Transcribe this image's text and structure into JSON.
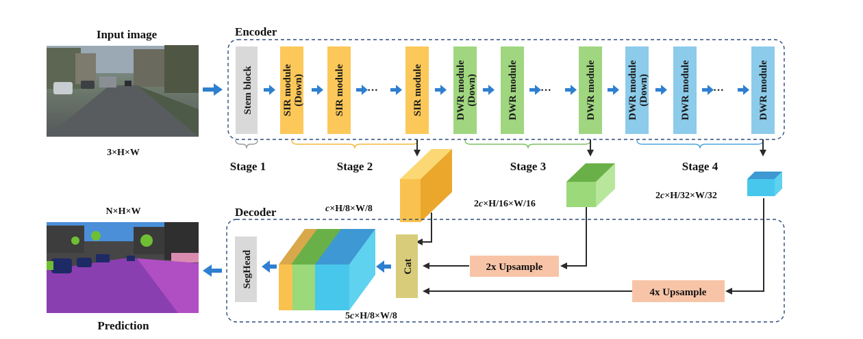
{
  "input": {
    "title": "Input image",
    "dims": "3×H×W"
  },
  "output": {
    "title": "Prediction",
    "dims": "N×H×W"
  },
  "encoder": {
    "title": "Encoder",
    "blocks": [
      {
        "label": "Stem block",
        "sub": "",
        "color": "#d9d9d9"
      },
      {
        "label": "SIR module",
        "sub": "(Down)",
        "color": "#fcc85a"
      },
      {
        "label": "SIR module",
        "sub": "",
        "color": "#fcc85a"
      },
      {
        "label": "SIR module",
        "sub": "",
        "color": "#fcc85a"
      },
      {
        "label": "DWR module",
        "sub": "(Down)",
        "color": "#9fd67f"
      },
      {
        "label": "DWR module",
        "sub": "",
        "color": "#9fd67f"
      },
      {
        "label": "DWR module",
        "sub": "",
        "color": "#9fd67f"
      },
      {
        "label": "DWR module",
        "sub": "(Down)",
        "color": "#8ccbea"
      },
      {
        "label": "DWR module",
        "sub": "",
        "color": "#8ccbea"
      },
      {
        "label": "DWR module",
        "sub": "",
        "color": "#8ccbea"
      }
    ],
    "dots": [
      "···",
      "···",
      "···"
    ],
    "stages": [
      "Stage 1",
      "Stage 2",
      "Stage 3",
      "Stage 4"
    ]
  },
  "features": [
    {
      "c": "c",
      "rest": "×H/8×W/8",
      "prefix": ""
    },
    {
      "c": "c",
      "rest": "×H/16×W/16",
      "prefix": "2"
    },
    {
      "c": "c",
      "rest": "×H/32×W/32",
      "prefix": "2"
    }
  ],
  "decoder": {
    "title": "Decoder",
    "cat": "Cat",
    "seghead": "SegHead",
    "up2": "2x Upsample",
    "up4": "4x Upsample",
    "concat_dims": {
      "c": "c",
      "rest": "×H/8×W/8",
      "prefix": "5"
    }
  },
  "colors": {
    "arrow": "#2e7fd0",
    "frame": "#2b4a7a",
    "stage2": "#f2b93b",
    "stage3": "#7cc060",
    "stage4": "#4aa3dd",
    "upsample": "#f8c4a8",
    "cat": "#d8cc7a"
  }
}
